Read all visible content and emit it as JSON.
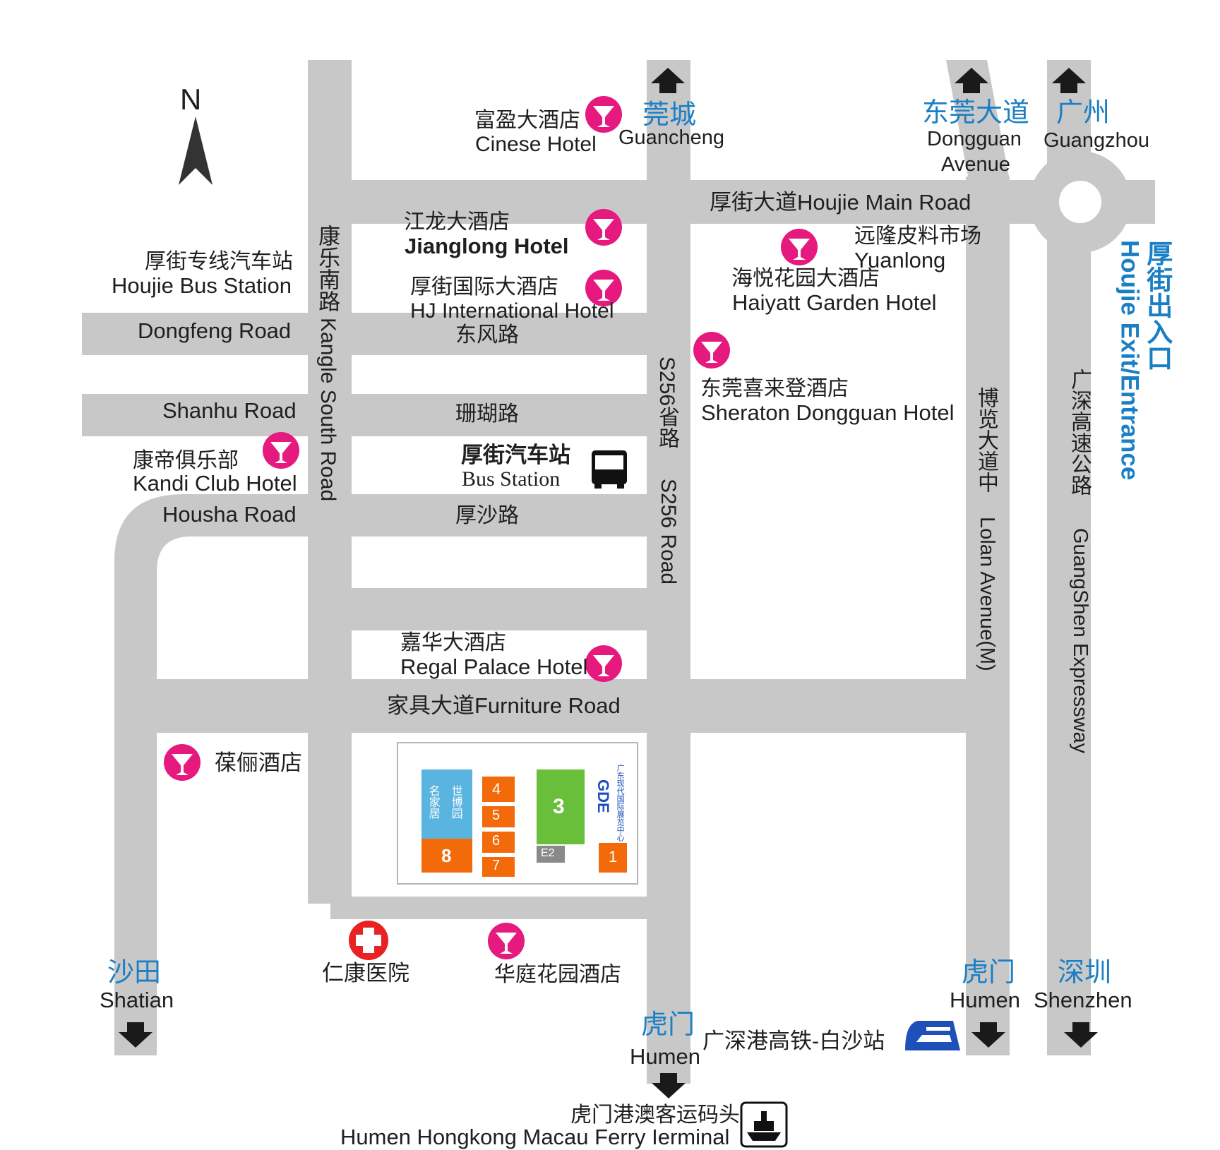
{
  "colors": {
    "road": "#c8c8c8",
    "hotel_marker": "#e6197e",
    "label_blue": "#1a7fc4",
    "text": "#1f1f1f",
    "arrow": "#1a1a1a",
    "hall_orange": "#f26a0a",
    "hall_green": "#6abf3a",
    "hall_blue": "#5ab4e0"
  },
  "compass": {
    "label": "N"
  },
  "roads": {
    "houjie_main": "厚街大道Houjie Main Road",
    "dongfeng_en": "Dongfeng Road",
    "dongfeng_cn": "东风路",
    "shanhu_en": "Shanhu Road",
    "shanhu_cn": "珊瑚路",
    "housha_en": "Housha Road",
    "housha_cn": "厚沙路",
    "furniture": "家具大道Furniture Road",
    "kangle_cn": "康乐南路",
    "kangle_en": "Kangle South Road",
    "s256_cn": "S256省路",
    "s256_en": "S256 Road",
    "lolan_cn": "博览大道中",
    "lolan_en": "Lolan Avenue(M)",
    "guangshen_cn": "广深高速公路",
    "guangshen_en": "GuangShen Expressway",
    "exit_cn": "厚街出入口",
    "exit_en": "Houjie Exit/Entrance"
  },
  "destinations": {
    "guancheng_cn": "莞城",
    "guancheng_en": "Guancheng",
    "dongguan_ave_cn": "东莞大道",
    "dongguan_ave_en1": "Dongguan",
    "dongguan_ave_en2": "Avenue",
    "guangzhou_cn": "广州",
    "guangzhou_en": "Guangzhou",
    "shatian_cn": "沙田",
    "shatian_en": "Shatian",
    "humen_cn": "虎门",
    "humen_en": "Humen",
    "humen2_cn": "虎门",
    "humen2_en": "Humen",
    "shenzhen_cn": "深圳",
    "shenzhen_en": "Shenzhen"
  },
  "places": {
    "cinese_cn": "富盈大酒店",
    "cinese_en": "Cinese Hotel",
    "jianglong_cn": "江龙大酒店",
    "jianglong_en": "Jianglong Hotel",
    "hj_intl_cn": "厚街国际大酒店",
    "hj_intl_en": "HJ International Hotel",
    "bus_station_cn": "厚街专线汽车站",
    "bus_station_en": "Houjie Bus Station",
    "yuanlong_cn": "远隆皮料市场",
    "yuanlong_en": "Yuanlong",
    "haiyatt_cn": "海悦花园大酒店",
    "haiyatt_en": "Haiyatt Garden Hotel",
    "sheraton_cn": "东莞喜来登酒店",
    "sheraton_en": "Sheraton Dongguan Hotel",
    "kandi_cn": "康帝俱乐部",
    "kandi_en": "Kandi Club Hotel",
    "houjie_bus_cn": "厚街汽车站",
    "houjie_bus_en": "Bus Station",
    "regal_cn": "嘉华大酒店",
    "regal_en": "Regal Palace Hotel",
    "baoli": "葆俪酒店",
    "hospital": "仁康医院",
    "huating": "华庭花园酒店",
    "rail_station": "广深港高铁-白沙站",
    "ferry_cn": "虎门港澳客运码头",
    "ferry_en": "Humen Hongkong Macau Ferry Ierminal"
  },
  "venue": {
    "halls": [
      "1",
      "3",
      "4",
      "5",
      "6",
      "7",
      "8",
      "E2"
    ],
    "blue_hall_line1": "名家居",
    "blue_hall_line2": "世博园",
    "logo": "GDE",
    "name_cn": "广东现代国际展览中心"
  }
}
